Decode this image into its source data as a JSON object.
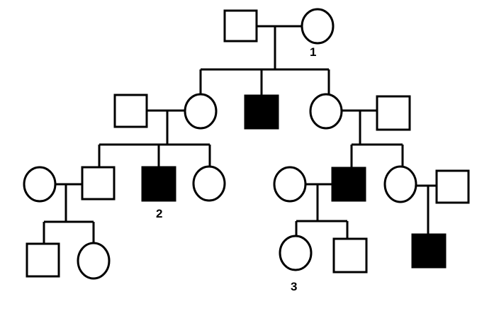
{
  "pedigree": {
    "colors": {
      "affected": "#000000",
      "unaffected": "#ffffff",
      "line": "#000000"
    },
    "labels": {
      "gen1_female": "1",
      "gen3_affected_male": "2",
      "gen4_female": "3"
    },
    "individuals": [
      {
        "id": "g1-male",
        "sex": "male",
        "affected": false
      },
      {
        "id": "g1-female",
        "sex": "female",
        "affected": false,
        "label_key": "gen1_female"
      },
      {
        "id": "g2-spouse-left",
        "sex": "male",
        "affected": false
      },
      {
        "id": "g2-daughter-left",
        "sex": "female",
        "affected": false
      },
      {
        "id": "g2-son",
        "sex": "male",
        "affected": true
      },
      {
        "id": "g2-daughter-right",
        "sex": "female",
        "affected": false
      },
      {
        "id": "g2-spouse-right",
        "sex": "male",
        "affected": false
      },
      {
        "id": "g3-spouse-far-left",
        "sex": "female",
        "affected": false
      },
      {
        "id": "g3-son-left",
        "sex": "male",
        "affected": false
      },
      {
        "id": "g3-son-affected",
        "sex": "male",
        "affected": true,
        "label_key": "gen3_affected_male"
      },
      {
        "id": "g3-daughter-left",
        "sex": "female",
        "affected": false
      },
      {
        "id": "g3-spouse-mid",
        "sex": "female",
        "affected": false
      },
      {
        "id": "g3-son-right-affected",
        "sex": "male",
        "affected": true
      },
      {
        "id": "g3-daughter-right",
        "sex": "female",
        "affected": false
      },
      {
        "id": "g3-spouse-far-right",
        "sex": "male",
        "affected": false
      },
      {
        "id": "g4-son-left",
        "sex": "male",
        "affected": false
      },
      {
        "id": "g4-daughter-left",
        "sex": "female",
        "affected": false
      },
      {
        "id": "g4-daughter-mid",
        "sex": "female",
        "affected": false,
        "label_key": "gen4_female"
      },
      {
        "id": "g4-son-mid",
        "sex": "male",
        "affected": false
      },
      {
        "id": "g4-son-right-affected",
        "sex": "male",
        "affected": true
      }
    ]
  }
}
